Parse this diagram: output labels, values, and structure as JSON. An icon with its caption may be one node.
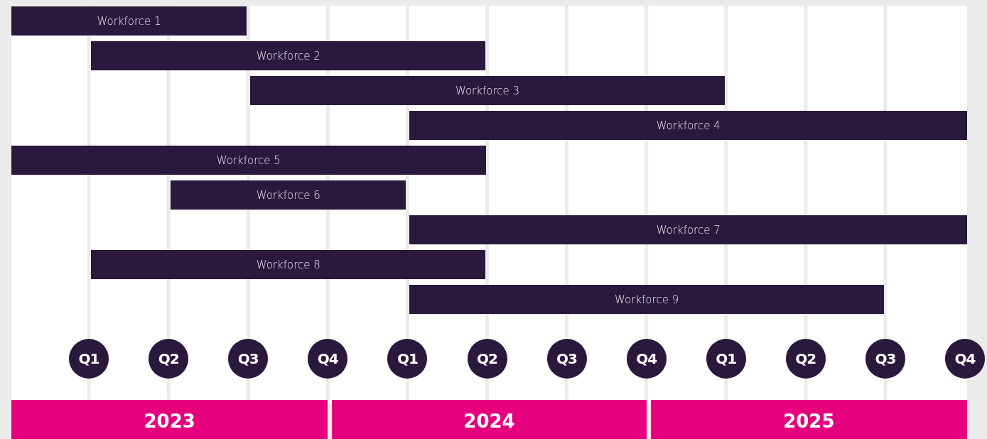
{
  "diagram": {
    "nodes": [
      {
        "text": [
          "Workforce 1"
        ]
      },
      {
        "text": [
          "Workforce 2"
        ]
      },
      {
        "text": [
          "Workforce 3"
        ]
      },
      {
        "text": [
          "Workforce 4"
        ]
      },
      {
        "text": [
          "Workforce 5"
        ]
      },
      {
        "text": [
          "Workforce 6"
        ]
      },
      {
        "text": [
          "Workforce 7"
        ]
      },
      {
        "text": [
          "Workforce 8"
        ]
      },
      {
        "text": [
          "Workforce 9"
        ]
      },
      {
        "text": [
          "Q1"
        ]
      },
      {
        "text": [
          "Q2"
        ]
      },
      {
        "text": [
          "Q3"
        ]
      },
      {
        "text": [
          "Q4"
        ]
      },
      {
        "text": [
          "Q1"
        ]
      },
      {
        "text": [
          "Q2"
        ]
      },
      {
        "text": [
          "Q3"
        ]
      },
      {
        "text": [
          "Q4"
        ]
      },
      {
        "text": [
          "Q1"
        ]
      },
      {
        "text": [
          "Q2"
        ]
      },
      {
        "text": [
          "Q3"
        ]
      },
      {
        "text": [
          "Q4"
        ]
      },
      {
        "text": [
          "2023"
        ]
      },
      {
        "text": [
          "2024"
        ]
      },
      {
        "text": [
          "2025"
        ]
      }
    ]
  }
}
